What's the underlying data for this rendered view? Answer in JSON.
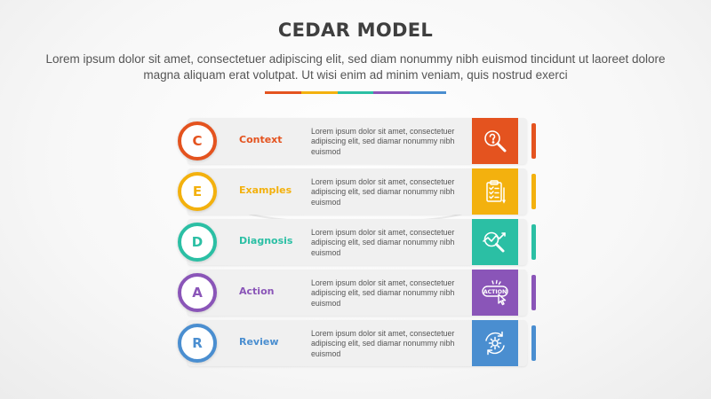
{
  "title": "CEDAR MODEL",
  "subtitle": "Lorem ipsum dolor sit amet, consectetuer adipiscing elit, sed diam nonummy nibh euismod tincidunt ut laoreet dolore magna aliquam erat volutpat. Ut wisi enim ad minim veniam, quis nostrud exerci",
  "color_bar": [
    "#e4531f",
    "#f3b10e",
    "#2bbfa4",
    "#8a55b8",
    "#4a8ed0"
  ],
  "steps": [
    {
      "letter": "C",
      "label": "Context",
      "description": "Lorem ipsum dolor sit amet, consectetuer adipiscing elit, sed diamar nonummy nibh euismod",
      "color": "#e4531f",
      "icon": "magnifier-question-icon"
    },
    {
      "letter": "E",
      "label": "Examples",
      "description": "Lorem ipsum dolor sit amet, consectetuer adipiscing elit, sed diamar nonummy nibh euismod",
      "color": "#f3b10e",
      "icon": "clipboard-checklist-icon"
    },
    {
      "letter": "D",
      "label": "Diagnosis",
      "description": "Lorem ipsum dolor sit amet, consectetuer adipiscing elit, sed diamar nonummy nibh euismod",
      "color": "#2bbfa4",
      "icon": "magnifier-chart-icon"
    },
    {
      "letter": "A",
      "label": "Action",
      "description": "Lorem ipsum dolor sit amet, consectetuer adipiscing elit, sed diamar nonummy nibh euismod",
      "color": "#8a55b8",
      "icon": "action-button-click-icon",
      "icon_text": "ACTION"
    },
    {
      "letter": "R",
      "label": "Review",
      "description": "Lorem ipsum dolor sit amet, consectetuer adipiscing elit, sed diamar nonummy nibh euismod",
      "color": "#4a8ed0",
      "icon": "gear-cycle-icon"
    }
  ]
}
